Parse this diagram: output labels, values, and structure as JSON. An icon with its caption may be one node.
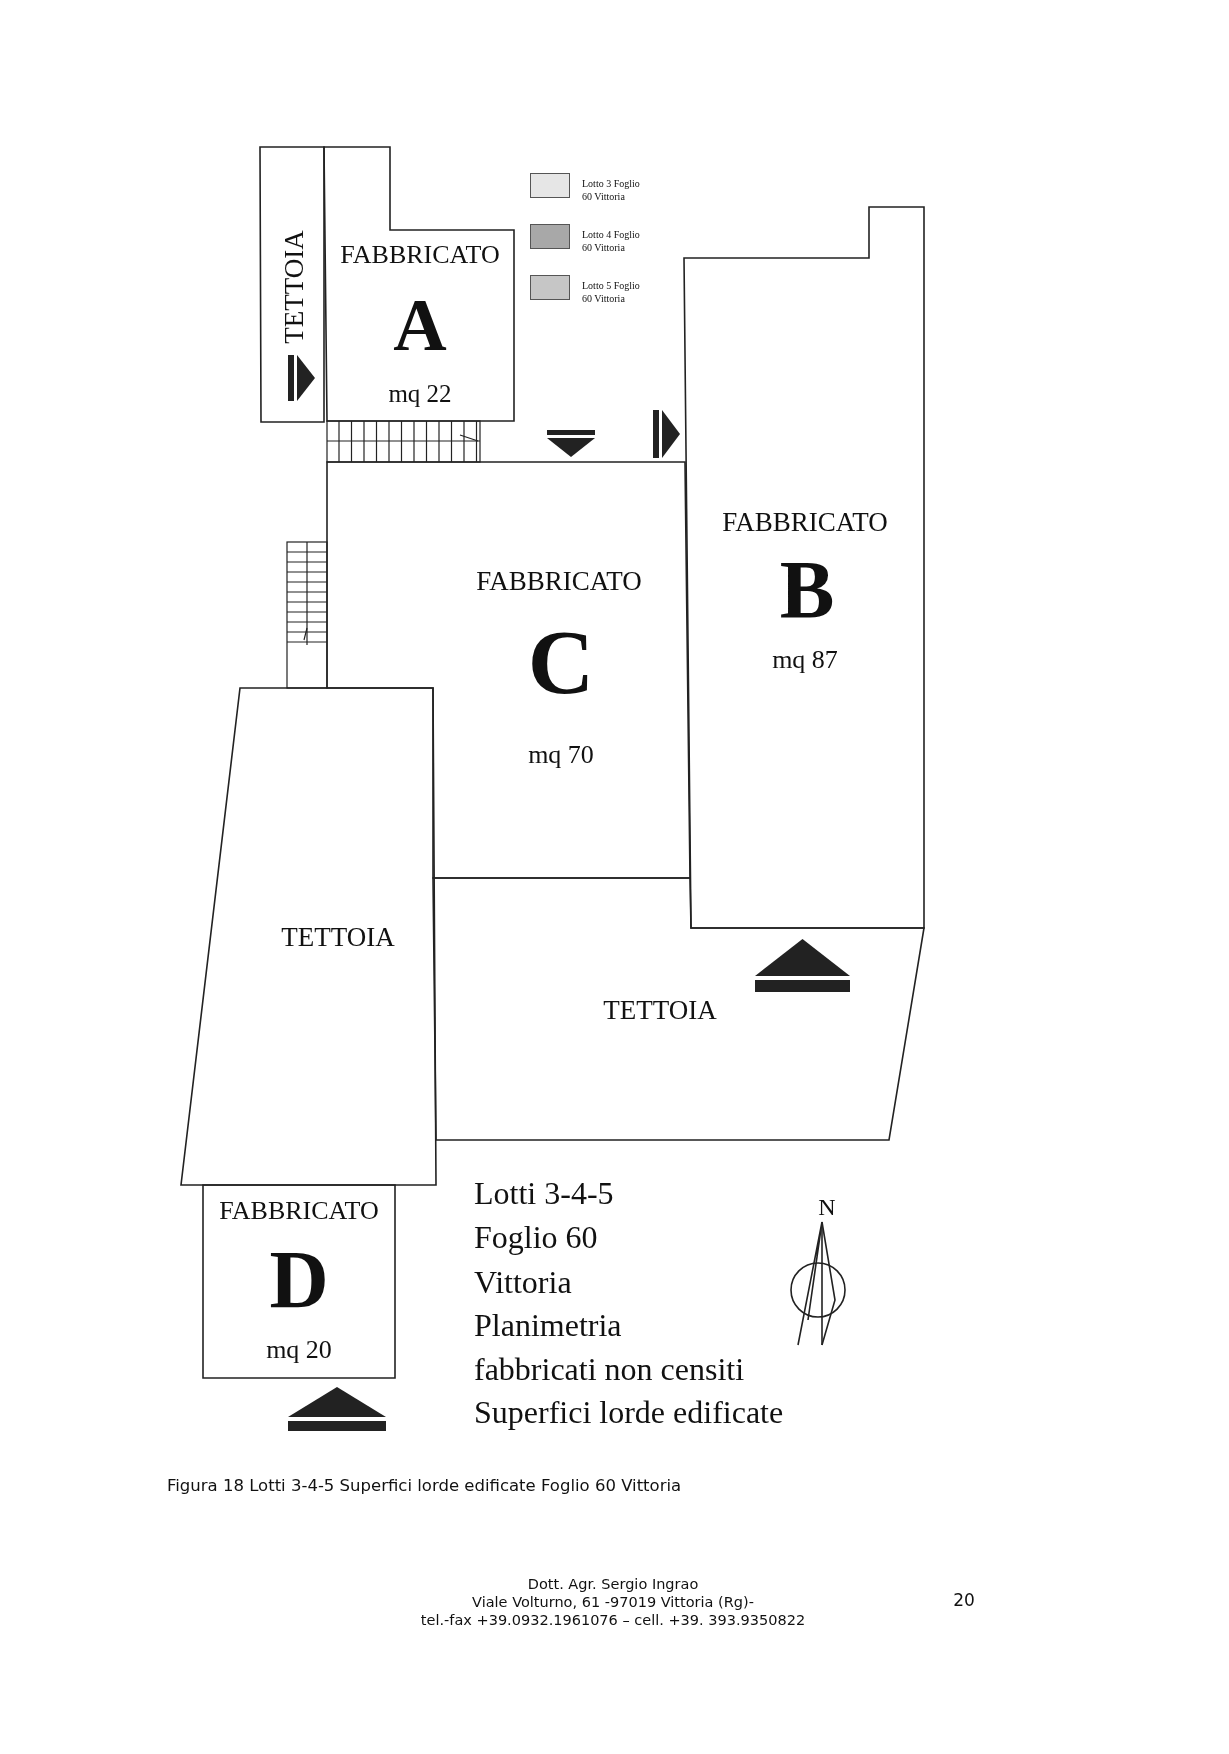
{
  "diagram": {
    "caption": "Figura 18 Lotti 3-4-5 Superfici lorde edificate Foglio 60 Vittoria",
    "nodes": [
      {
        "text": [
          "TETTOIA"
        ]
      },
      {
        "text": [
          "FABBRICATO",
          "A",
          "mq 22"
        ]
      },
      {
        "text": [
          "FABBRICATO",
          "B",
          "mq 87"
        ]
      },
      {
        "text": [
          "FABBRICATO",
          "C",
          "mq 70"
        ]
      },
      {
        "text": [
          "TETTOIA"
        ]
      },
      {
        "text": [
          "TETTOIA"
        ]
      },
      {
        "text": [
          "FABBRICATO",
          "D",
          "mq 20"
        ]
      }
    ],
    "labels": [
      "Lotti 3-4-5",
      "Foglio 60",
      "Vittoria",
      "Planimetria",
      "fabbricati non censiti",
      "Superfici lorde edificate",
      "N",
      "Dott. Agr. Sergio Ingrao",
      "Viale Volturno, 61 -97019 Vittoria (Rg)-",
      "tel.-fax +39.0932.1961076 – cell. +39. 393.9350822",
      "20"
    ],
    "legend": [
      {
        "text": "Lotto 3 Foglio 60 Vittoria",
        "color": "#e6e6e6"
      },
      {
        "text": "Lotto 4 Foglio 60 Vittoria",
        "color": "#a8a8a8"
      },
      {
        "text": "Lotto 5 Foglio 60 Vittoria",
        "color": "#c6c6c6"
      }
    ]
  }
}
